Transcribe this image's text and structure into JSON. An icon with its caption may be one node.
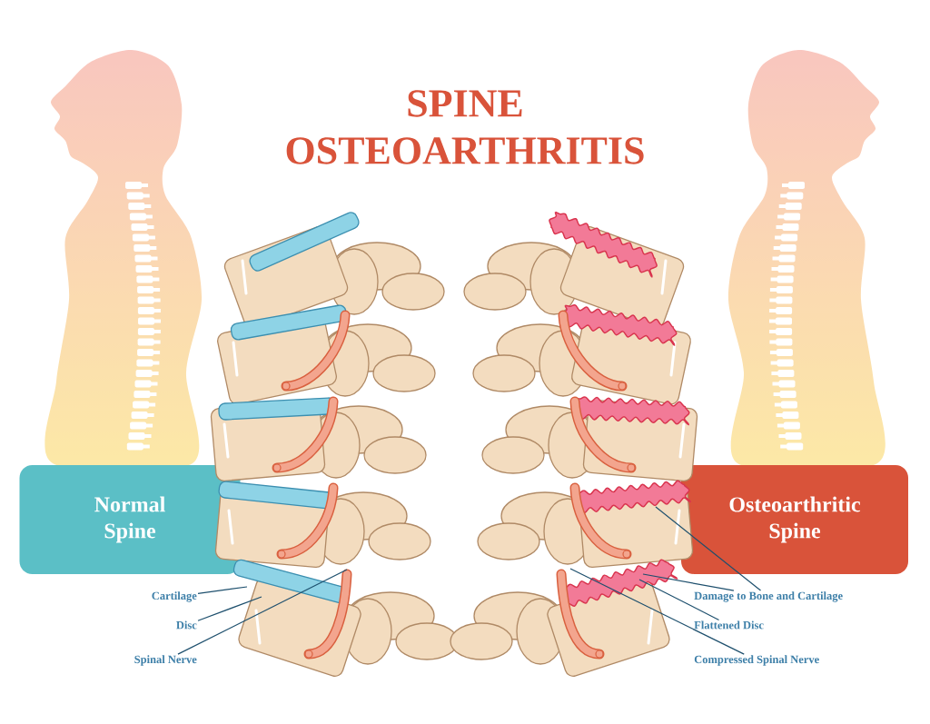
{
  "diagram": {
    "title": "SPINE OSTEOARTHRITIS",
    "nodes": [
      {
        "text": [
          "Normal Spine"
        ]
      },
      {
        "text": [
          "Osteoarthritic Spine"
        ]
      },
      {
        "text": [
          "Cartilage"
        ]
      },
      {
        "text": [
          "Disc"
        ]
      },
      {
        "text": [
          "Spinal Nerve"
        ]
      },
      {
        "text": [
          "Damage to Bone and Cartilage"
        ]
      },
      {
        "text": [
          "Flattened Disc"
        ]
      },
      {
        "text": [
          "Compressed Spinal Nerve"
        ]
      }
    ],
    "edges": [
      {
        "from": 2,
        "to": null,
        "arrow": "none"
      },
      {
        "from": 3,
        "to": null,
        "arrow": "none"
      },
      {
        "from": 4,
        "to": null,
        "arrow": "none"
      },
      {
        "from": 5,
        "to": null,
        "arrow": "none"
      },
      {
        "from": 5,
        "to": null,
        "arrow": "none"
      },
      {
        "from": 6,
        "to": null,
        "arrow": "none"
      },
      {
        "from": 7,
        "to": null,
        "arrow": "none"
      }
    ]
  }
}
